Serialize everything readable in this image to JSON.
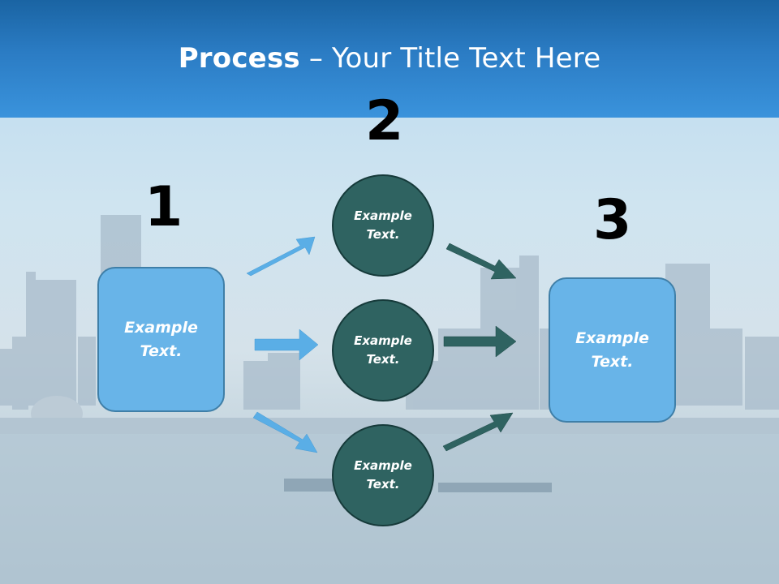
{
  "slide": {
    "title_bold": "Process",
    "title_rest": " – Your Title Text Here"
  },
  "steps": [
    {
      "number": "1",
      "text_line1": "Example",
      "text_line2": "Text."
    },
    {
      "number": "2"
    },
    {
      "number": "3",
      "text_line1": "Example",
      "text_line2": "Text."
    }
  ],
  "circles": [
    {
      "text_line1": "Example",
      "text_line2": "Text."
    },
    {
      "text_line1": "Example",
      "text_line2": "Text."
    },
    {
      "text_line1": "Example",
      "text_line2": "Text."
    }
  ],
  "colors": {
    "header_blue": "#2b7cc4",
    "box_fill": "#68b4e8",
    "circle_fill": "#2f6361",
    "arrow_light": "#5aaee6",
    "arrow_dark": "#2f6361"
  }
}
